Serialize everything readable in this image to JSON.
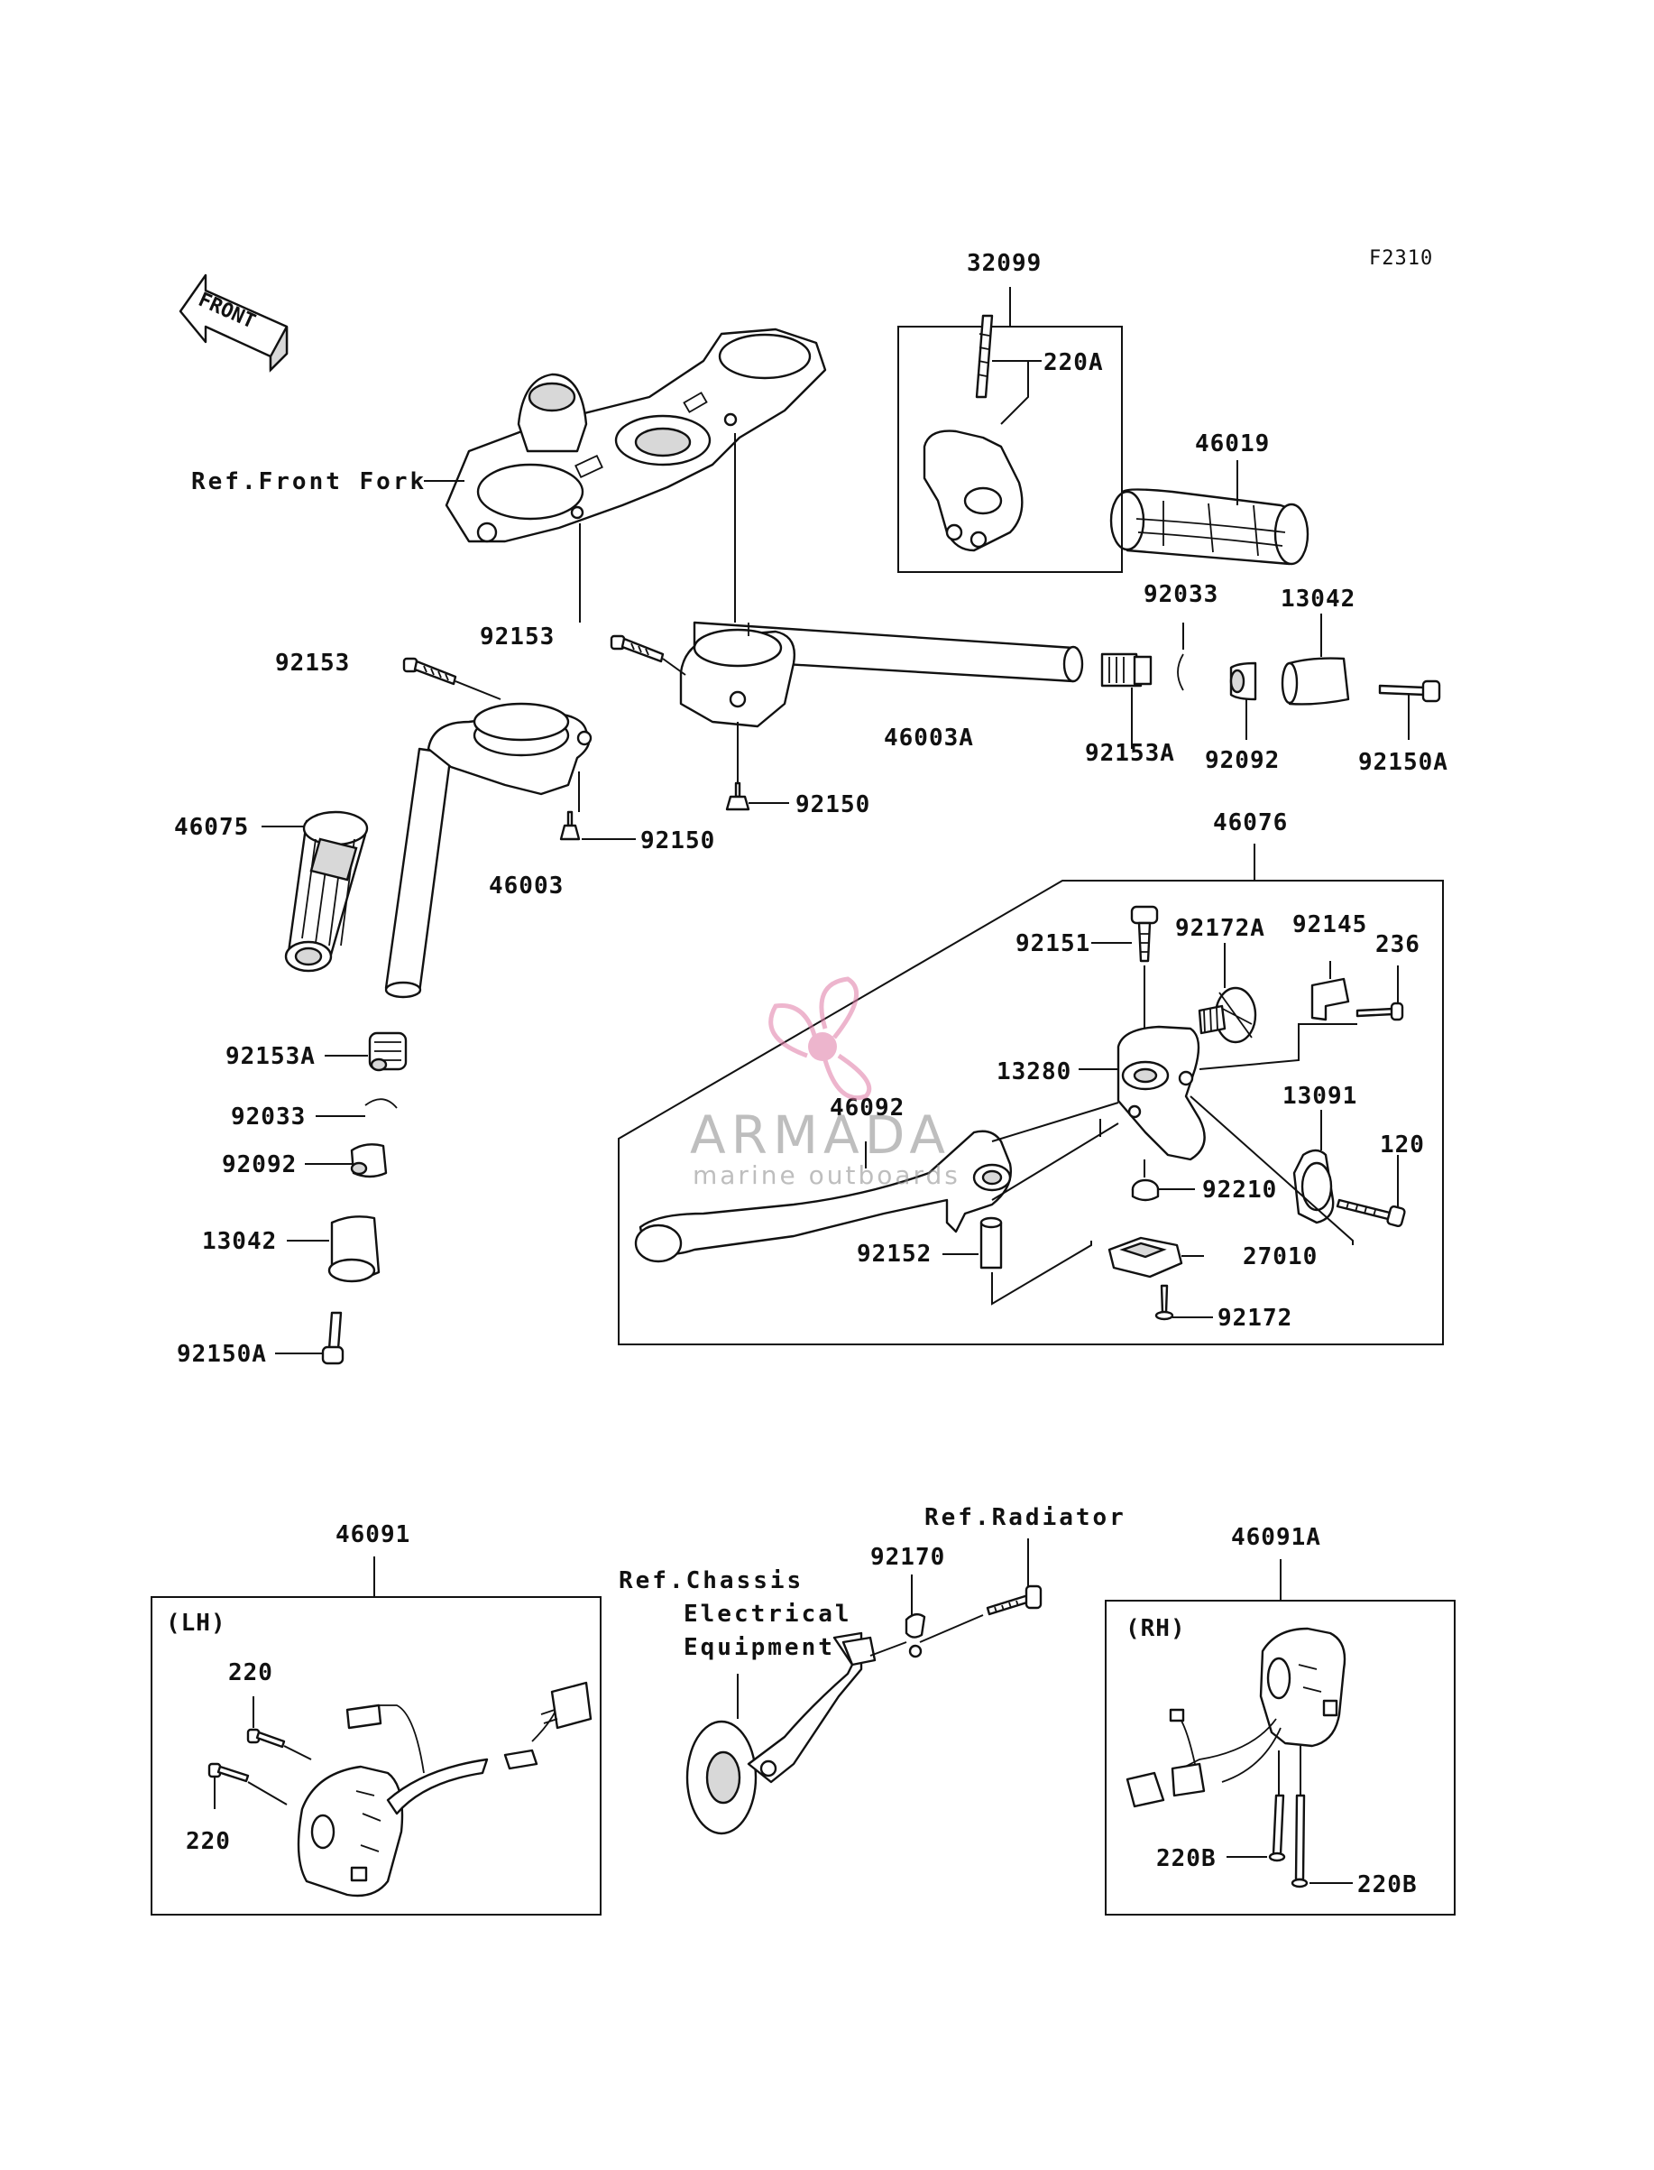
{
  "diagram_code": "F2310",
  "front_arrow_label": "FRONT",
  "references": {
    "front_fork": "Ref.Front Fork",
    "radiator": "Ref.Radiator",
    "chassis_line1": "Ref.Chassis",
    "chassis_line2": "Electrical",
    "chassis_line3": "Equipment"
  },
  "part_labels": {
    "p32099": "32099",
    "p220A": "220A",
    "p46019": "46019",
    "p92033_r": "92033",
    "p13042_r": "13042",
    "p92153_top": "92153",
    "p92153_left": "92153",
    "p46003A": "46003A",
    "p92153A_r": "92153A",
    "p92092_r": "92092",
    "p92150A_r": "92150A",
    "p46075": "46075",
    "p46003": "46003",
    "p92150_l": "92150",
    "p92150_c": "92150",
    "p46076": "46076",
    "p92151": "92151",
    "p92172A": "92172A",
    "p92145": "92145",
    "p236": "236",
    "p13280": "13280",
    "p13091": "13091",
    "p120": "120",
    "p46092": "46092",
    "p92210": "92210",
    "p92152": "92152",
    "p27010": "27010",
    "p92172": "92172",
    "p92153A_l": "92153A",
    "p92033_l": "92033",
    "p92092_l": "92092",
    "p13042_l": "13042",
    "p92150A_l": "92150A",
    "p46091": "46091",
    "p220_a": "220",
    "p220_b": "220",
    "p92170": "92170",
    "p46091A": "46091A",
    "p220B_a": "220B",
    "p220B_b": "220B"
  },
  "side_labels": {
    "lh": "(LH)",
    "rh": "(RH)"
  },
  "watermark": {
    "brand": "ARMADA",
    "tagline": "marine outboards"
  },
  "colors": {
    "watermark_pink": "#e07aa6",
    "watermark_gray": "#8a8a8a"
  }
}
